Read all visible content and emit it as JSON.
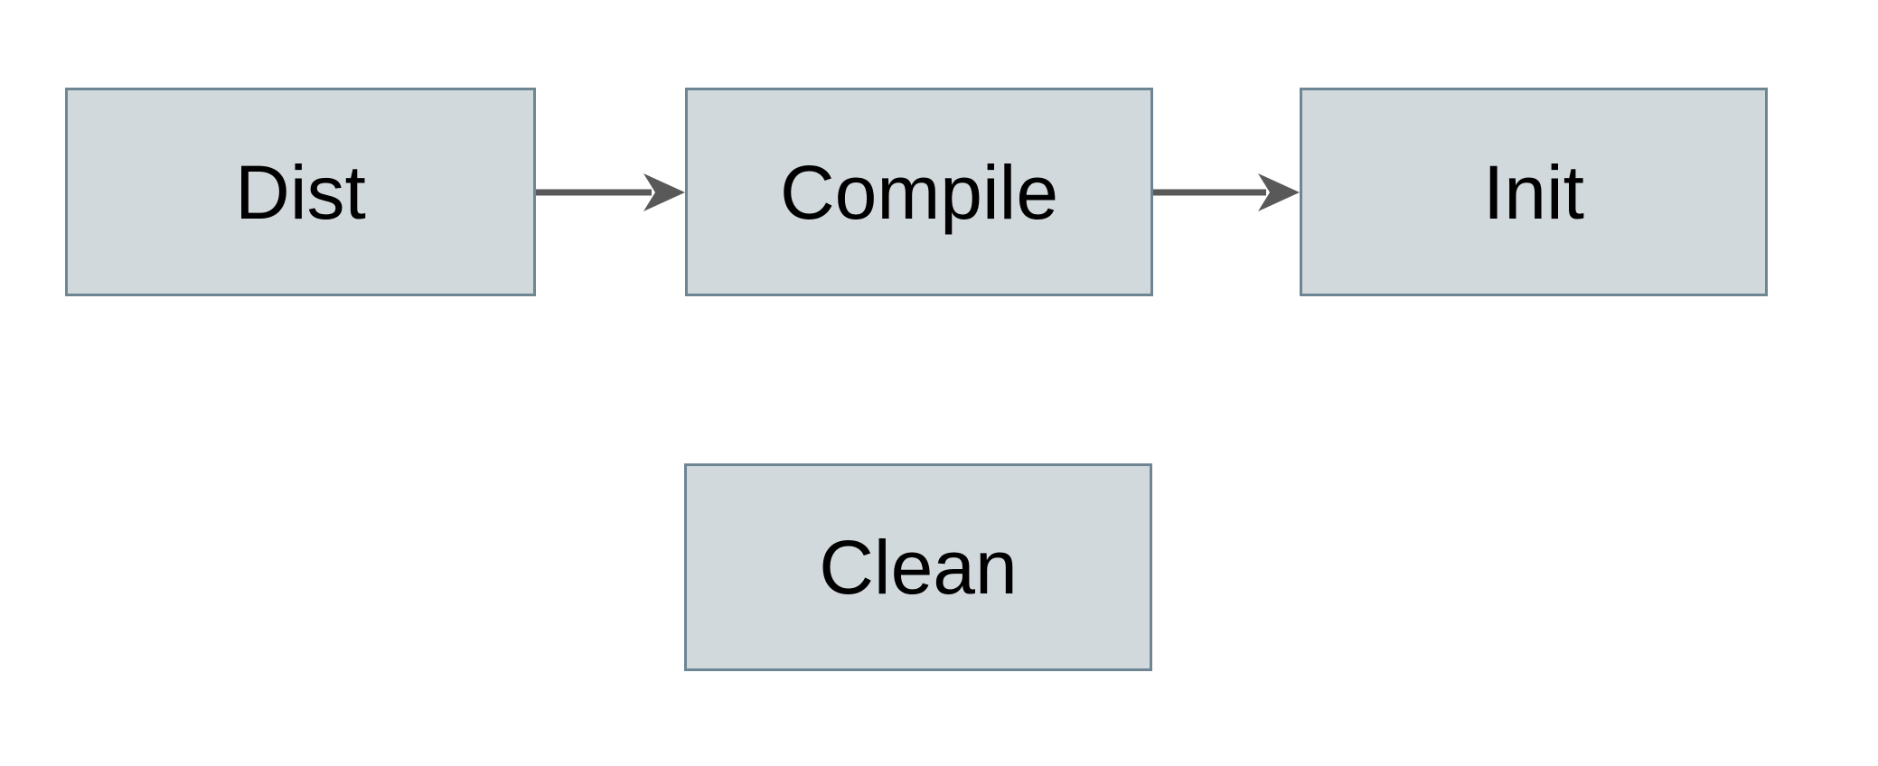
{
  "diagram": {
    "title": "",
    "nodes": [
      {
        "id": "dist",
        "label": "Dist"
      },
      {
        "id": "compile",
        "label": "Compile"
      },
      {
        "id": "init",
        "label": "Init"
      },
      {
        "id": "clean",
        "label": "Clean"
      }
    ],
    "edges": [
      {
        "from": "dist",
        "to": "compile",
        "style": "solid-arrow"
      },
      {
        "from": "compile",
        "to": "init",
        "style": "solid-arrow"
      }
    ]
  },
  "theme": {
    "background": "#ffffff",
    "node_fill": "#d2d9dc",
    "node_border": "#6e8594",
    "arrow_color": "#595959",
    "text_color": "#000000"
  }
}
